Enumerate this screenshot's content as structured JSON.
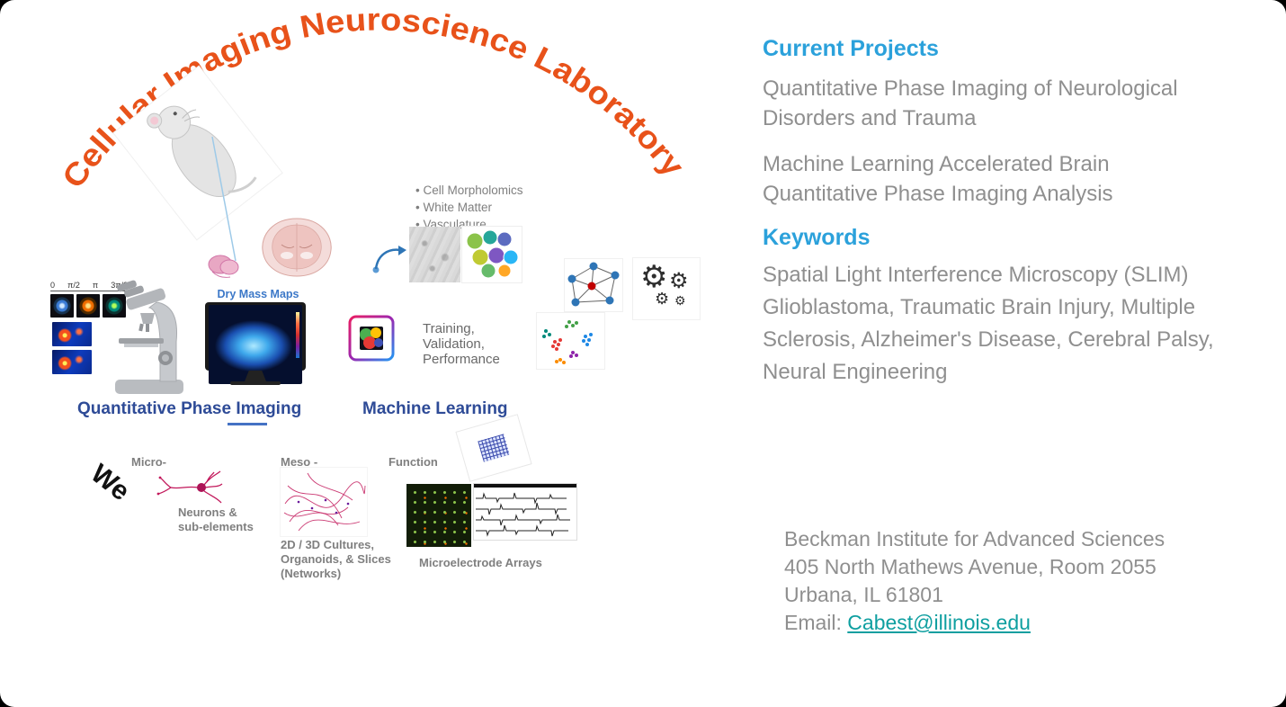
{
  "colors": {
    "arc_orange": "#E8521A",
    "section_heading_blue": "#2BA1DB",
    "diagram_label_blue": "#2E4B97",
    "dry_mass_blue": "#3C78C8",
    "body_gray": "#8F8F8F",
    "caption_gray": "#7F7F7F",
    "email_teal": "#0E9FA0"
  },
  "icons": {
    "gear": "⚙"
  },
  "arc_title": "Cellular Imaging Neuroscience Laboratory",
  "diagram": {
    "dry_mass_maps": "Dry Mass Maps",
    "phase_ticks": [
      "0",
      "π/2",
      "π",
      "3π/2"
    ],
    "bullets": [
      "• Cell Morpholomics",
      "• White Matter",
      "• Vasculature"
    ],
    "training_lines": [
      "Training,",
      "Validation,",
      "Performance"
    ],
    "qpi_label": "Quantitative Phase Imaging",
    "ml_label": "Machine Learning",
    "we_label": "We",
    "micro_label": "Micro-",
    "neurons_lines": [
      "Neurons &",
      "sub-elements"
    ],
    "meso_label": "Meso -",
    "cultures_lines": [
      "2D / 3D Cultures,",
      "Organoids, & Slices",
      "(Networks)"
    ],
    "function_label": "Function",
    "mea_label": "Microelectrode Arrays"
  },
  "projects_panel": {
    "heading": "Current Projects",
    "project1_lines": [
      "Quantitative Phase Imaging of Neurological",
      "Disorders and Trauma"
    ],
    "project2_lines": [
      "Machine Learning Accelerated Brain",
      "Quantitative Phase Imaging Analysis"
    ],
    "keywords_heading": "Keywords",
    "keywords_lines": [
      "Spatial Light Interference Microscopy (SLIM)",
      "Glioblastoma, Traumatic Brain Injury, Multiple",
      "Sclerosis, Alzheimer's Disease, Cerebral Palsy,",
      "Neural Engineering"
    ]
  },
  "contact": {
    "lines": [
      "Beckman Institute for Advanced Sciences",
      "405 North Mathews Avenue, Room 2055",
      "Urbana, IL 61801"
    ],
    "email_label": "Email:",
    "email": "Cabest@illinois.edu"
  }
}
